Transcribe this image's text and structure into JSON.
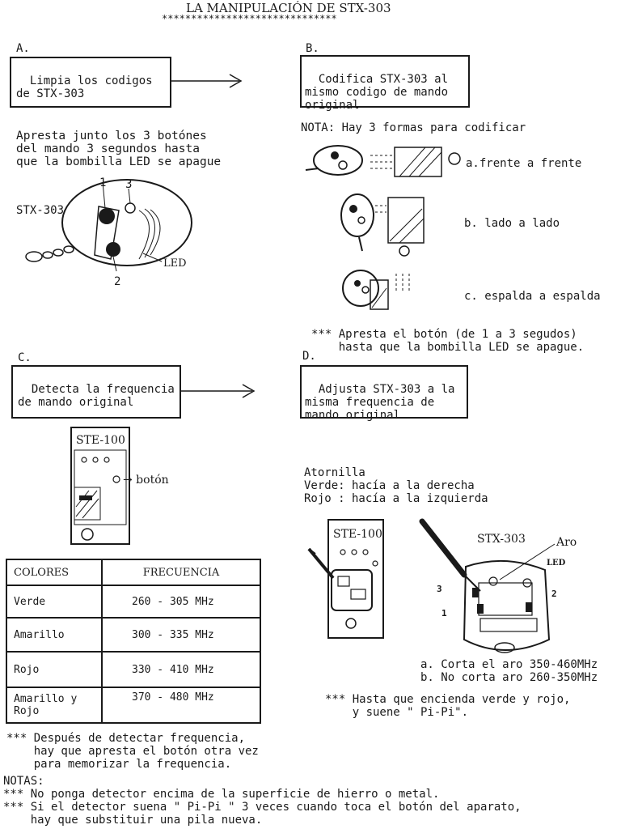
{
  "title": "LA MANIPULACIÓN DE STX-303",
  "title_rule": "******************************",
  "section_a": {
    "letter": "A.",
    "box_text": "Limpia los codigos\nde STX-303",
    "instructions": "Apresta junto los 3 botónes\ndel mando 3 segundos hasta\nque la bombilla LED se apague",
    "device_label": "STX-303",
    "label_1": "1",
    "label_2": "2",
    "label_3": "3",
    "label_led": "LED"
  },
  "section_b": {
    "letter": "B.",
    "box_text": "Codifica STX-303 al\nmismo codigo de mando\noriginal",
    "nota": "NOTA: Hay 3 formas para codificar",
    "method_a": "a.frente a frente",
    "method_b": "b. lado a lado",
    "method_c": "c. espalda a espalda",
    "note": "*** Apresta el botón (de 1 a 3 segudos)\n    hasta que la bombilla LED se apague."
  },
  "section_c": {
    "letter": "C.",
    "box_text": "Detecta la frequencia\nde mando original",
    "detector_label": "STE-100",
    "button_label": "→ botón",
    "table": {
      "headers": [
        "COLORES",
        "FRECUENCIA"
      ],
      "rows": [
        [
          "Verde",
          "260 - 305 MHz"
        ],
        [
          "Amarillo",
          "300 - 335 MHz"
        ],
        [
          "Rojo",
          "330 - 410 MHz"
        ],
        [
          "Amarillo y\nRojo",
          "370 - 480 MHz"
        ]
      ]
    },
    "note": "*** Después de detectar frequencia,\n    hay que apresta el botón otra vez\n    para memorizar la frequencia."
  },
  "section_d": {
    "letter": "D.",
    "box_text": "Adjusta STX-303 a la\nmisma frequencia de\nmando original",
    "instructions": "Atornilla\nVerde: hacía a la derecha\nRojo : hacía a la izquierda",
    "detector_label": "STE-100",
    "device_label": "STX-303",
    "aro_label": "Aro",
    "led_label": "LED",
    "label_1": "1",
    "label_2": "2",
    "label_3": "3",
    "cut_notes": "a. Corta el aro 350-460MHz\nb. No corta aro 260-350MHz",
    "note": "*** Hasta que encienda verde y rojo,\n    y suene \" Pi-Pi\"."
  },
  "notas": {
    "heading": "NOTAS:",
    "lines": "*** No ponga detector encima de la superficie de hierro o metal.\n*** Si el detector suena \" Pi-Pi \" 3 veces cuando toca el botón del aparato,\n    hay que substituir una pila nueva."
  }
}
